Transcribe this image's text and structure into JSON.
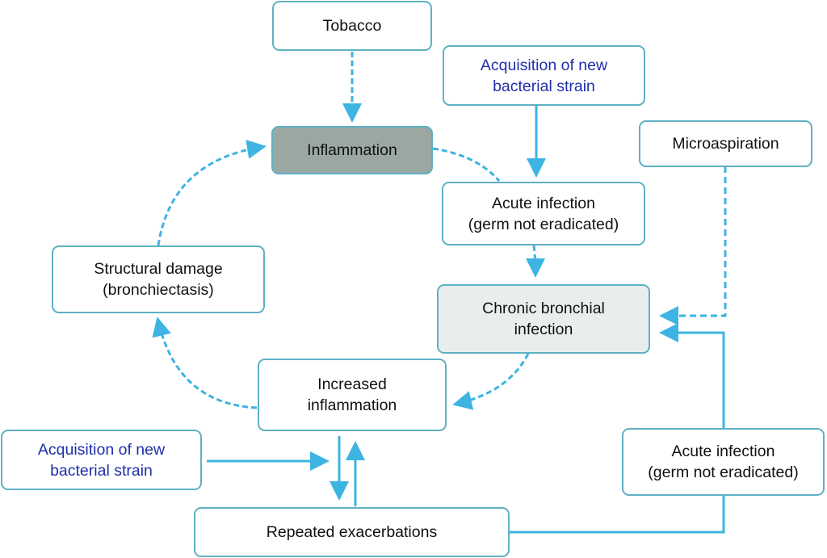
{
  "colors": {
    "arrow": "#3db4e2",
    "node_border": "#5fb0c4",
    "inflammation_fill": "#9aa7a3",
    "chronic_fill": "#e8eeee",
    "blue_text": "#1f2fa8"
  },
  "nodes": {
    "tobacco": "Tobacco",
    "acquisition_top": "Acquisition of new\nbacterial strain",
    "microaspiration": "Microaspiration",
    "inflammation": "Inflammation",
    "acute_infection_top": "Acute infection\n(germ not eradicated)",
    "structural_damage": "Structural damage\n(bronchiectasis)",
    "chronic_infection": "Chronic bronchial\ninfection",
    "increased_inflammation": "Increased\ninflammation",
    "acquisition_bottom": "Acquisition of new\nbacterial strain",
    "acute_infection_bottom": "Acute infection\n(germ not eradicated)",
    "repeated_exacerbations": "Repeated exacerbations"
  },
  "edges": [
    {
      "from": "tobacco",
      "to": "inflammation",
      "style": "dashed"
    },
    {
      "from": "acquisition_top",
      "to": "acute_infection_top",
      "style": "solid"
    },
    {
      "from": "inflammation",
      "to": "acute_infection_top",
      "style": "dashed"
    },
    {
      "from": "acute_infection_top",
      "to": "chronic_infection",
      "style": "dashed"
    },
    {
      "from": "microaspiration",
      "to": "chronic_infection",
      "style": "dashed"
    },
    {
      "from": "chronic_infection",
      "to": "increased_inflammation",
      "style": "dashed"
    },
    {
      "from": "increased_inflammation",
      "to": "structural_damage",
      "style": "dashed"
    },
    {
      "from": "structural_damage",
      "to": "inflammation",
      "style": "dashed"
    },
    {
      "from": "acquisition_bottom",
      "to": "increased_inflammation",
      "style": "solid"
    },
    {
      "from": "increased_inflammation",
      "to": "repeated_exacerbations",
      "style": "solid"
    },
    {
      "from": "repeated_exacerbations",
      "to": "increased_inflammation",
      "style": "solid"
    },
    {
      "from": "repeated_exacerbations",
      "to": "acute_infection_bottom",
      "style": "solid"
    },
    {
      "from": "acute_infection_bottom",
      "to": "chronic_infection",
      "style": "solid"
    }
  ]
}
